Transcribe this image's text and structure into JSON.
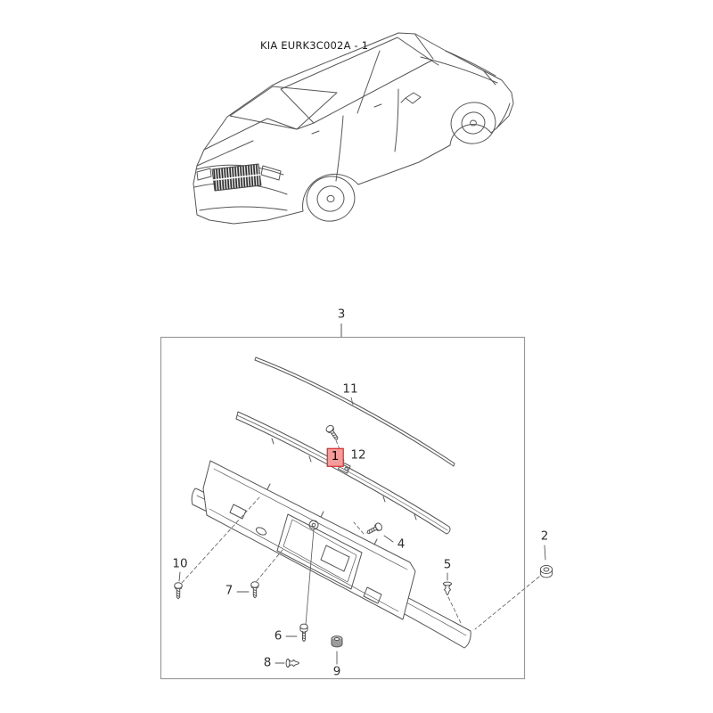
{
  "header": {
    "diagram_code": "KIA EURK3C002A - 1"
  },
  "colors": {
    "line": "#565656",
    "box_border": "#9a9a9a",
    "highlight_fill": "#f49b9b",
    "highlight_border": "#cf1717"
  },
  "diagram": {
    "description_icons": {
      "vehicle": "sedan-rear-three-quarter-line-art",
      "assembly": "trunk-lid-garnish-exploded-view"
    },
    "callouts": {
      "p1": {
        "label": "1",
        "highlighted": true
      },
      "p2": {
        "label": "2",
        "highlighted": false
      },
      "p3": {
        "label": "3",
        "highlighted": false
      },
      "p4": {
        "label": "4",
        "highlighted": false
      },
      "p5": {
        "label": "5",
        "highlighted": false
      },
      "p6": {
        "label": "6",
        "highlighted": false
      },
      "p7": {
        "label": "7",
        "highlighted": false
      },
      "p8": {
        "label": "8",
        "highlighted": false
      },
      "p9": {
        "label": "9",
        "highlighted": false
      },
      "p10": {
        "label": "10",
        "highlighted": false
      },
      "p11": {
        "label": "11",
        "highlighted": false
      },
      "p12": {
        "label": "12",
        "highlighted": false
      }
    }
  }
}
